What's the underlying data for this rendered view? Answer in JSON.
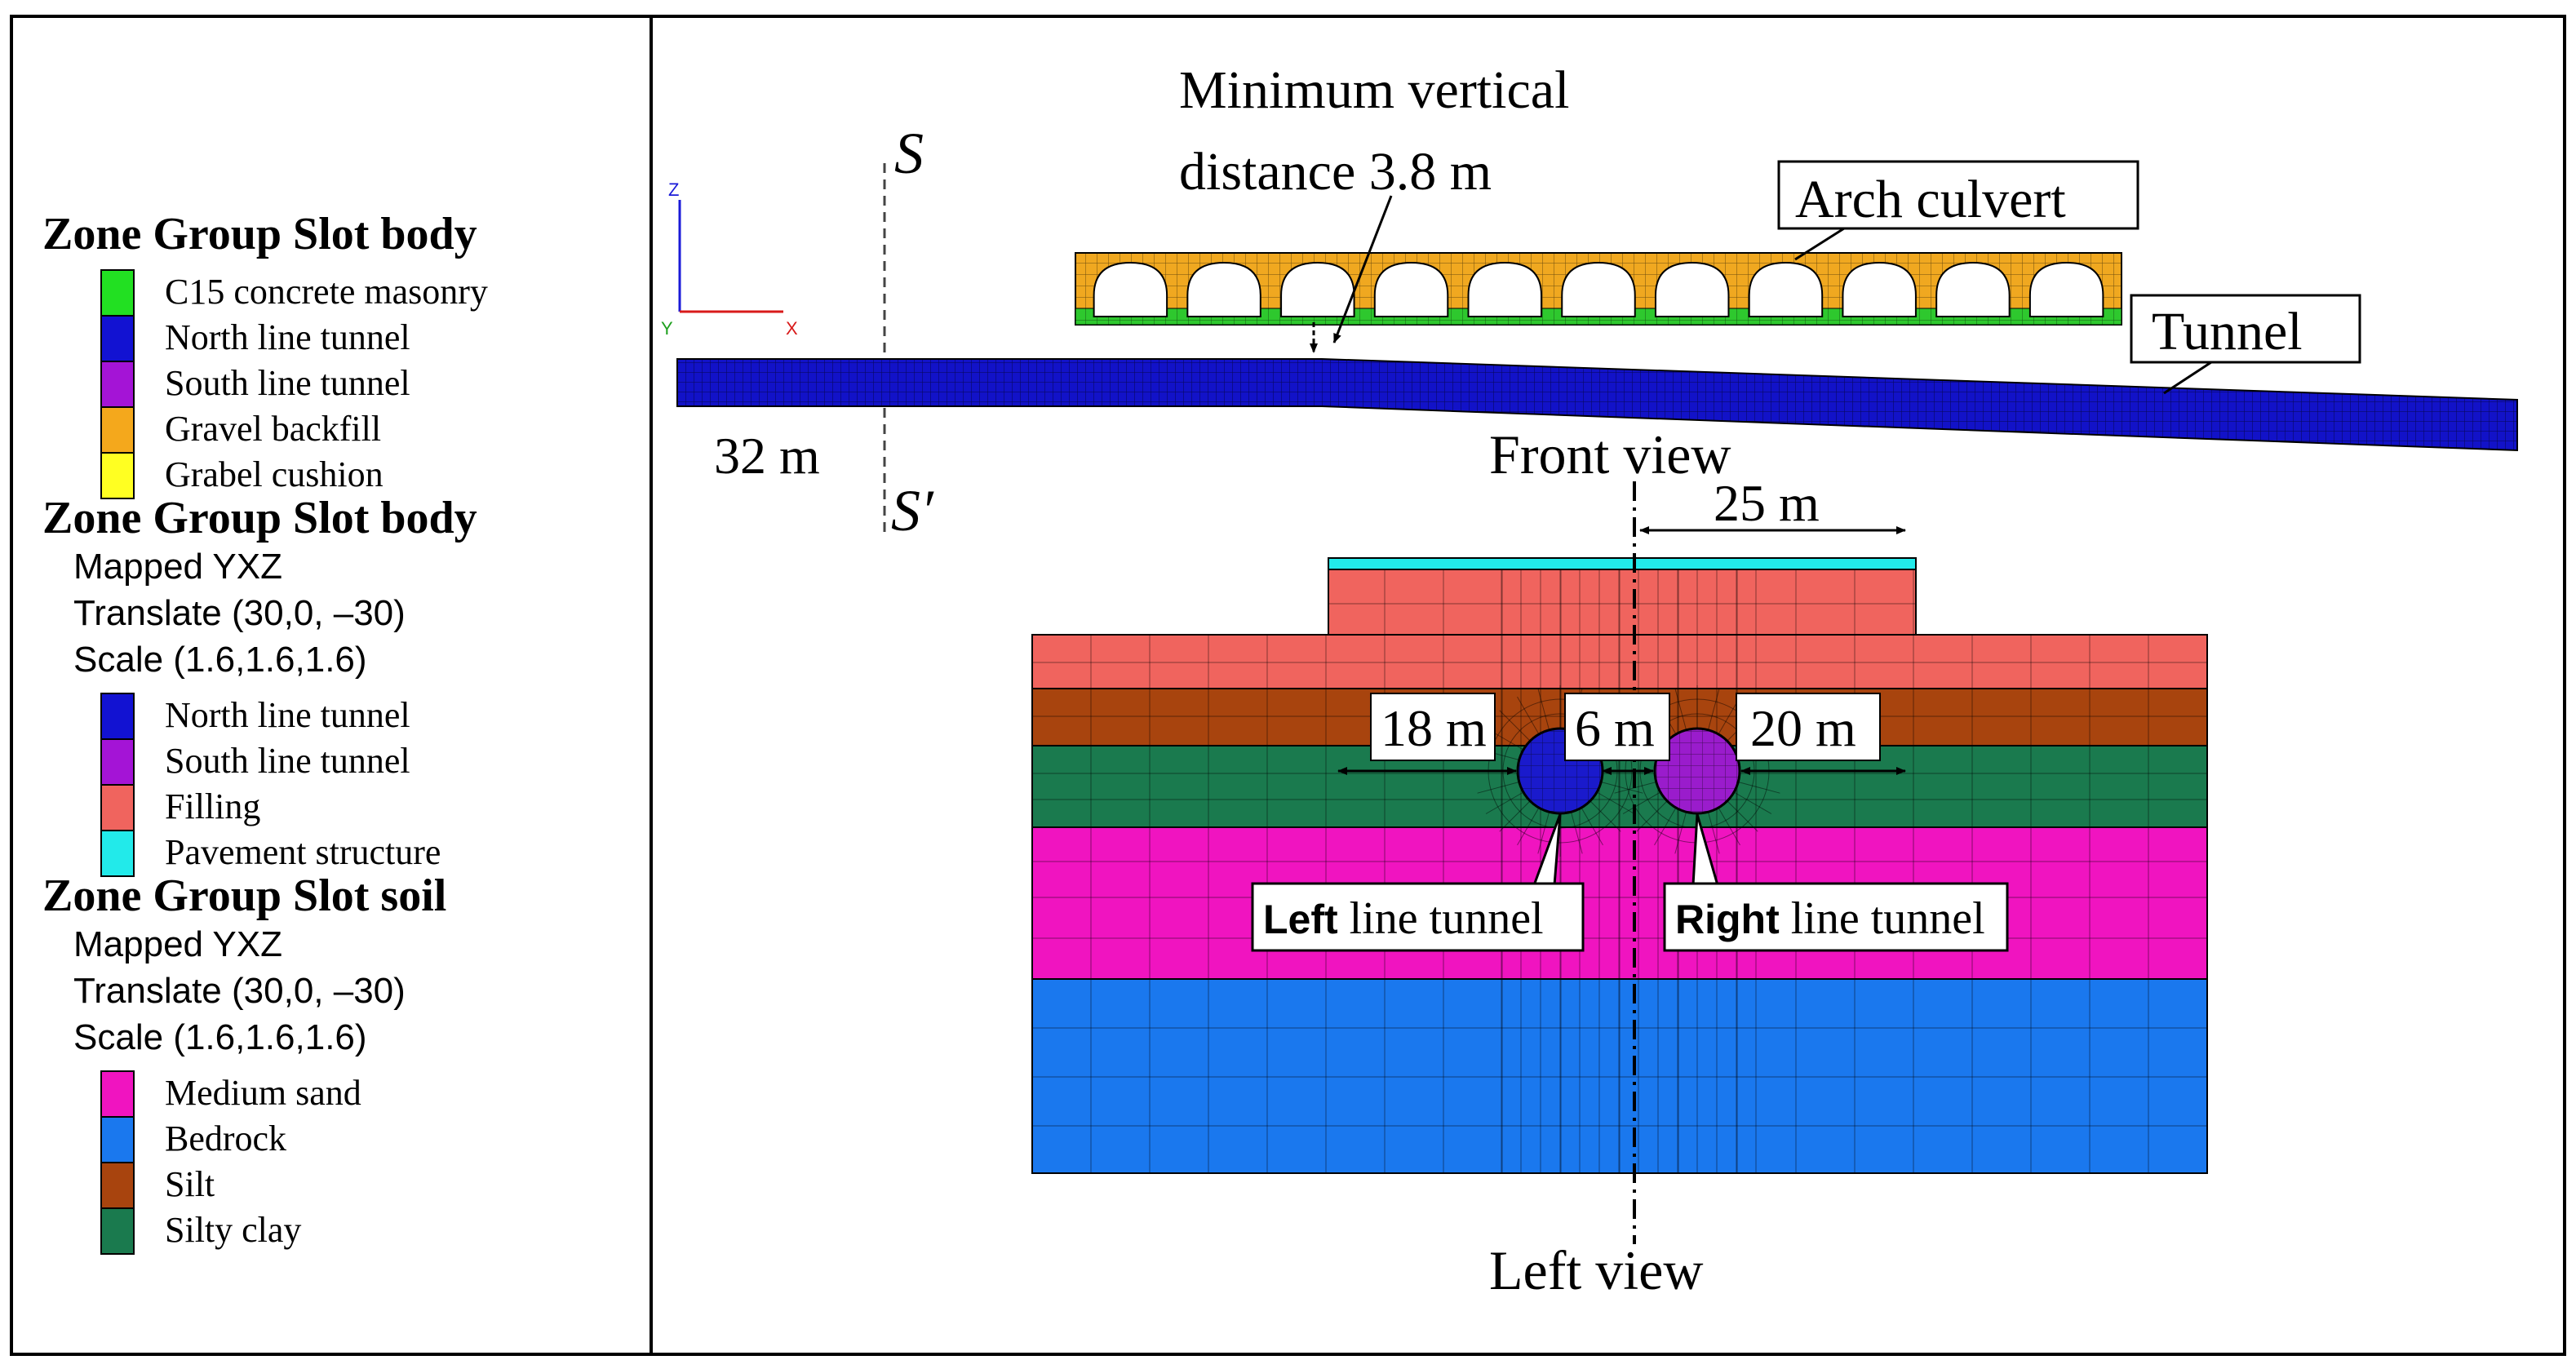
{
  "legend": {
    "groups": [
      {
        "title": "Zone Group Slot body",
        "mapping": [],
        "items": [
          {
            "label": "C15 concrete masonry",
            "color": "#22e022"
          },
          {
            "label": "North line tunnel",
            "color": "#1212d2"
          },
          {
            "label": "South line tunnel",
            "color": "#a414d6"
          },
          {
            "label": "Gravel backfill",
            "color": "#f4a81c"
          },
          {
            "label": "Grabel cushion",
            "color": "#ffff22"
          }
        ]
      },
      {
        "title": "Zone Group Slot body",
        "mapping": [
          "Mapped YXZ",
          "Translate (30,0, –30)",
          "Scale (1.6,1.6,1.6)"
        ],
        "items": [
          {
            "label": "North line tunnel",
            "color": "#1212d2"
          },
          {
            "label": "South line tunnel",
            "color": "#a414d6"
          },
          {
            "label": "Filling",
            "color": "#f0645e"
          },
          {
            "label": "Pavement structure",
            "color": "#22eaea"
          }
        ]
      },
      {
        "title": "Zone Group Slot soil",
        "mapping": [
          "Mapped YXZ",
          "Translate (30,0, –30)",
          "Scale (1.6,1.6,1.6)"
        ],
        "items": [
          {
            "label": "Medium sand",
            "color": "#f014c0"
          },
          {
            "label": "Bedrock",
            "color": "#1a78ee"
          },
          {
            "label": "Silt",
            "color": "#a8440e"
          },
          {
            "label": "Silty clay",
            "color": "#1a7a4e"
          }
        ]
      }
    ]
  },
  "front_view": {
    "title": "Front view",
    "axes": {
      "z": "Z",
      "y": "Y",
      "x": "X"
    },
    "section_top": "S",
    "section_bottom": "S′",
    "dim_left": "32 m",
    "min_distance": [
      "Minimum vertical",
      "distance 3.8 m"
    ],
    "callout_culvert": "Arch culvert",
    "callout_tunnel": "Tunnel",
    "culvert_color": "#f0a820",
    "culvert_base_color": "#2ec82e",
    "tunnel_color": "#1212c8",
    "arch_count": 11
  },
  "left_view": {
    "title": "Left view",
    "dim_25": "25 m",
    "dim_18": "18 m",
    "dim_6": "6 m",
    "dim_20": "20 m",
    "callout_left_bold": "Left",
    "callout_left_rest": " line tunnel",
    "callout_right_bold": "Right",
    "callout_right_rest": " line tunnel"
  }
}
